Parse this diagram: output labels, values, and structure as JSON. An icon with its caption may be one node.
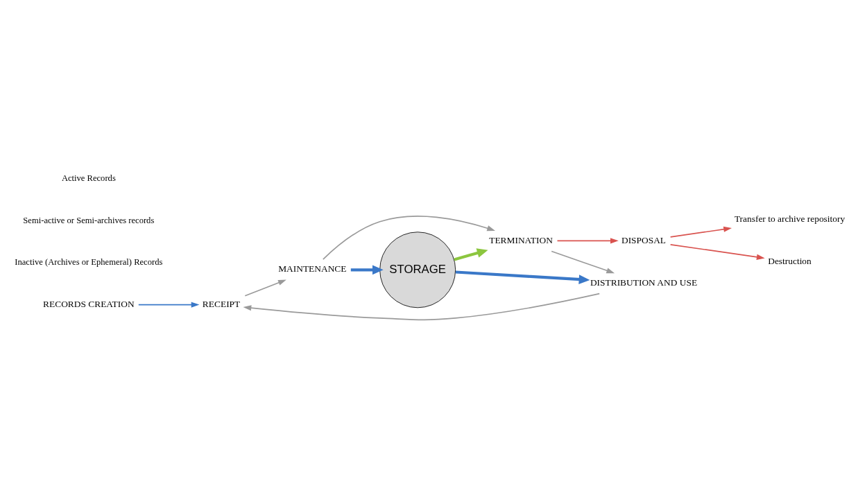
{
  "diagram": {
    "nodes": [
      {
        "text": [
          "RECORDS CREATION"
        ]
      },
      {
        "text": [
          "RECEIPT"
        ]
      },
      {
        "text": [
          "MAINTENANCE"
        ]
      },
      {
        "text": [
          "STORAGE"
        ]
      },
      {
        "text": [
          "TERMINATION"
        ]
      },
      {
        "text": [
          "DISTRIBUTION AND USE"
        ]
      },
      {
        "text": [
          "DISPOSAL"
        ]
      },
      {
        "text": [
          "Transfer to archive repository"
        ]
      },
      {
        "text": [
          "Destruction"
        ]
      }
    ],
    "edges": [
      {
        "from": 0,
        "to": 1,
        "arrow": "to",
        "color": "#3a78c8"
      },
      {
        "from": 1,
        "to": 2,
        "arrow": "to"
      },
      {
        "from": 2,
        "to": 4,
        "arrow": "to"
      },
      {
        "from": 4,
        "to": 5,
        "arrow": "to"
      },
      {
        "from": 5,
        "to": 1,
        "arrow": "to"
      },
      {
        "from": 2,
        "to": 3,
        "arrow": "to",
        "color": "#3a78c8",
        "style": "thick"
      },
      {
        "from": 3,
        "to": 5,
        "arrow": "to",
        "color": "#3a78c8",
        "style": "thick"
      },
      {
        "from": 3,
        "to": 4,
        "arrow": "to",
        "color": "#8cc63f",
        "style": "thick"
      },
      {
        "from": 4,
        "to": 6,
        "arrow": "to",
        "color": "#d9534f"
      },
      {
        "from": 6,
        "to": 7,
        "arrow": "to",
        "color": "#d9534f"
      },
      {
        "from": 6,
        "to": 8,
        "arrow": "to",
        "color": "#d9534f"
      }
    ],
    "labels": [
      "Active Records",
      "Semi-active or Semi-archives records",
      "Inactive (Archives or Ephemeral) Records"
    ]
  }
}
